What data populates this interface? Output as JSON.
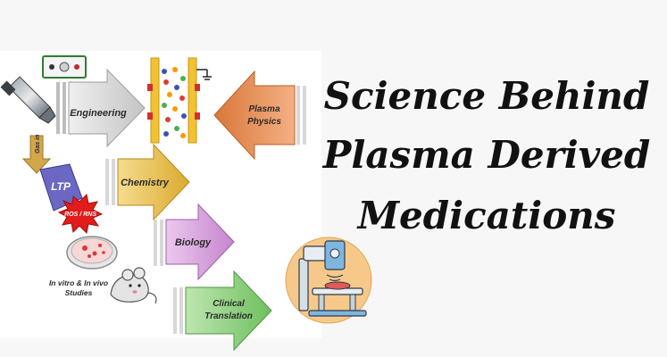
{
  "title": {
    "line1": "Science Behind",
    "line2": "Plasma Derived",
    "line3": "Medications"
  },
  "diagram": {
    "labels": {
      "engineering": "Engineering",
      "plasma_physics_1": "Plasma",
      "plasma_physics_2": "Physics",
      "gas_in": "Gas in",
      "ltp": "LTP",
      "ros_rns": "ROS / RNS",
      "chemistry": "Chemistry",
      "biology": "Biology",
      "studies_1": "In vitro & In vivo",
      "studies_2": "Studies",
      "clinical_1": "Clinical",
      "clinical_2": "Translation"
    },
    "colors": {
      "engineering": "#d6d6d6",
      "plasma_physics": "#e08a4e",
      "chemistry": "#e3b848",
      "biology": "#cf9ad6",
      "clinical": "#86c978",
      "ltp": "#6b68c4",
      "ros": "#e21b1b",
      "reactor": "#f2c230",
      "medical_circle": "#f6c98a"
    },
    "icons": [
      "plasma-jet-icon",
      "power-supply-icon",
      "plasma-reactor-icon",
      "petri-dish-icon",
      "mouse-icon",
      "medical-scanner-icon"
    ]
  }
}
